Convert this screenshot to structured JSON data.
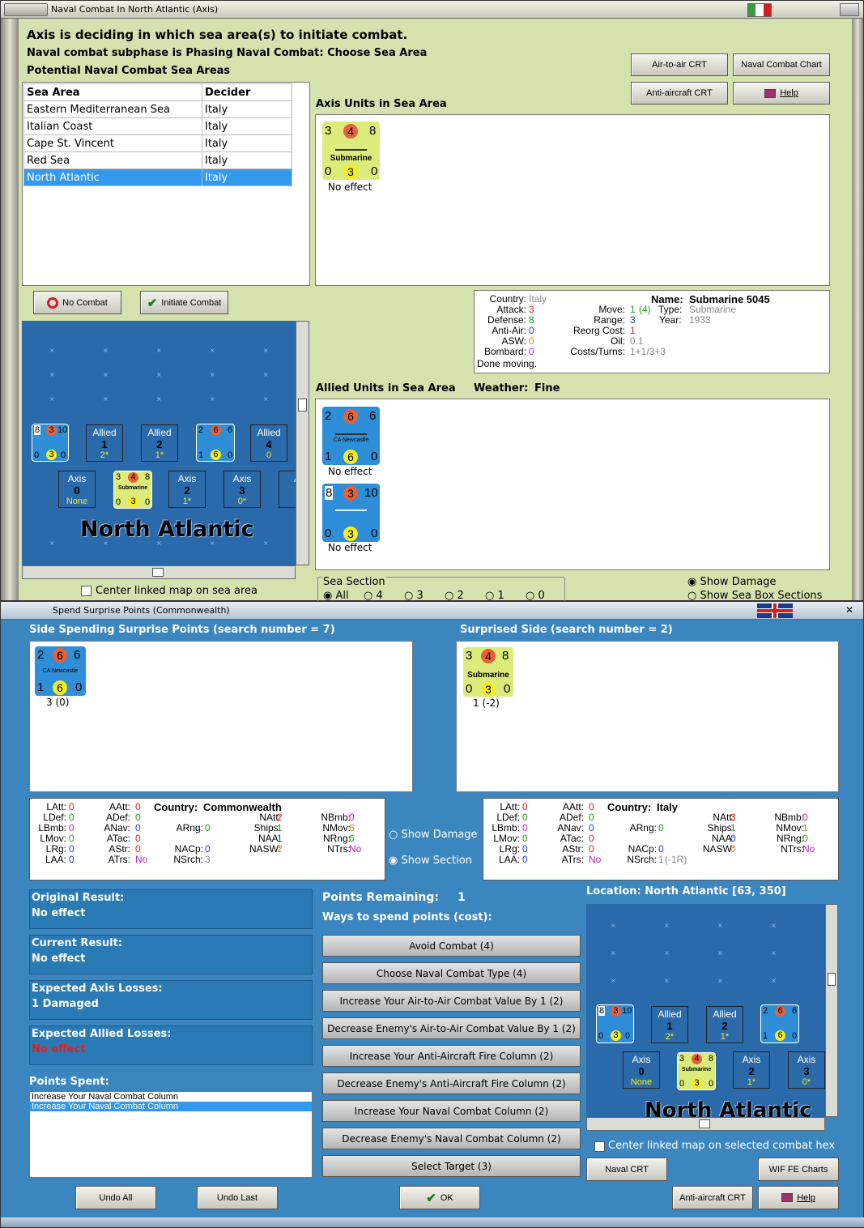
{
  "window1": {
    "title": "Naval Combat In North Atlantic (Axis)",
    "heading": "Axis is deciding in which sea area(s) to initiate combat.",
    "subphase": "Naval combat subphase is Phasing Naval Combat: Choose Sea Area",
    "potential_label": "Potential Naval Combat Sea Areas",
    "table": {
      "headers": [
        "Sea Area",
        "Decider"
      ],
      "rows": [
        [
          "Eastern Mediterranean Sea",
          "Italy"
        ],
        [
          "Italian Coast",
          "Italy"
        ],
        [
          "Cape St. Vincent",
          "Italy"
        ],
        [
          "Red Sea",
          "Italy"
        ],
        [
          "North Atlantic",
          "Italy"
        ]
      ],
      "selected_index": 4
    },
    "buttons": {
      "air_crt": "Air-to-air CRT",
      "naval_chart": "Naval Combat Chart",
      "aa_crt": "Anti-aircraft CRT",
      "help": "Help",
      "no_combat": "No Combat",
      "initiate": "Initiate Combat"
    },
    "axis_units_label": "Axis Units in Sea Area",
    "allied_units_label": "Allied Units in Sea Area",
    "weather_label": "Weather:",
    "weather_value": "Fine",
    "submarine": {
      "a": "3",
      "d": "4",
      "c": "8",
      "name": "Submarine",
      "b1": "0",
      "b2": "3",
      "b3": "0",
      "result": "No effect"
    },
    "allied_units": [
      {
        "a": "2",
        "d": "6",
        "c": "6",
        "name": "CA Newcastle",
        "b1": "1",
        "b2": "6",
        "b3": "0",
        "result": "No effect"
      },
      {
        "a": "8",
        "d": "3",
        "c": "10",
        "name": "",
        "b1": "0",
        "b2": "3",
        "b3": "0",
        "result": "No effect"
      }
    ],
    "unit_info": {
      "country_label": "Country:",
      "country": "Italy",
      "name_label": "Name:",
      "name": "Submarine 5045",
      "attack_label": "Attack:",
      "attack": "3",
      "move_label": "Move:",
      "move": "1",
      "move_extra": "(4)",
      "type_label": "Type:",
      "type": "Submarine",
      "defense_label": "Defense:",
      "defense": "8",
      "range_label": "Range:",
      "range": "3",
      "year_label": "Year:",
      "year": "1933",
      "aa_label": "Anti-Air:",
      "aa": "0",
      "reorg_label": "Reorg Cost:",
      "reorg": "1",
      "asw_label": "ASW:",
      "asw": "0",
      "oil_label": "Oil:",
      "oil": "0.1",
      "bombard_label": "Bombard:",
      "bombard": "0",
      "costs_label": "Costs/Turns:",
      "costs": "1+1/3+3",
      "status": "Done moving."
    },
    "map": {
      "title": "North Atlantic",
      "allied_boxes": [
        {
          "t": "Allied",
          "v": "1",
          "s": "2*"
        },
        {
          "t": "Allied",
          "v": "2",
          "s": "1*"
        },
        {
          "t": "Allied",
          "v": "4",
          "s": "0"
        }
      ],
      "axis_boxes": [
        {
          "t": "Axis",
          "v": "0",
          "s": "None"
        },
        {
          "t": "Axis",
          "v": "2",
          "s": "1*"
        },
        {
          "t": "Axis",
          "v": "3",
          "s": "0*"
        },
        {
          "t": "A",
          "v": "",
          "s": ""
        }
      ],
      "center_label": "Center linked map on sea area"
    },
    "sea_section": {
      "label": "Sea Section",
      "options": [
        "All",
        "4",
        "3",
        "2",
        "1",
        "0"
      ],
      "selected": "All"
    },
    "show_damage": "Show Damage",
    "show_sections": "Show Sea Box Sections"
  },
  "window2": {
    "title": "Spend Surprise Points (Commonwealth)",
    "side_spending": "Side Spending Surprise Points (search number = 7)",
    "surprised_side": "Surprised Side (search number = 2)",
    "spender_unit": {
      "a": "2",
      "d": "6",
      "c": "6",
      "name": "CA Newcastle",
      "b1": "1",
      "b2": "6",
      "b3": "0",
      "caption": "3 (0)"
    },
    "surprised_unit": {
      "a": "3",
      "d": "4",
      "c": "8",
      "name": "Submarine",
      "b1": "0",
      "b2": "3",
      "b3": "0",
      "caption": "1 (-2)"
    },
    "left_stats": {
      "country": "Commonwealth",
      "latt": "0",
      "ldef": "0",
      "lbmb": "0",
      "lmov": "0",
      "lrg": "0",
      "laa": "0",
      "aatt": "0",
      "adef": "0",
      "anav": "0",
      "atac": "0",
      "astr": "0",
      "atrs": "No",
      "arng": "0",
      "nacp": "0",
      "nsrch": "3",
      "natt": "2",
      "ships": "1",
      "naa": "1",
      "nasw": "2",
      "nbmb": "0",
      "nmov": "6",
      "nrng": "6",
      "ntrs": "No"
    },
    "right_stats": {
      "country": "Italy",
      "latt": "0",
      "ldef": "0",
      "lbmb": "0",
      "lmov": "0",
      "lrg": "0",
      "laa": "0",
      "aatt": "0",
      "adef": "0",
      "anav": "0",
      "atac": "0",
      "astr": "0",
      "atrs": "No",
      "arng": "0",
      "nacp": "0",
      "nsrch": "1",
      "nsrch_extra": "(-1R)",
      "natt": "3",
      "ships": "1",
      "naa": "0",
      "nasw": "0",
      "nbmb": "0",
      "nmov": "1",
      "nrng": "0",
      "ntrs": "No"
    },
    "stat_labels": {
      "latt": "LAtt:",
      "ldef": "LDef:",
      "lbmb": "LBmb:",
      "lmov": "LMov:",
      "lrg": "LRg:",
      "laa": "LAA:",
      "aatt": "AAtt:",
      "adef": "ADef:",
      "anav": "ANav:",
      "atac": "ATac:",
      "astr": "AStr:",
      "atrs": "ATrs:",
      "country": "Country:",
      "arng": "ARng:",
      "nacp": "NACp:",
      "nsrch": "NSrch:",
      "natt": "NAtt:",
      "ships": "Ships:",
      "naa": "NAA:",
      "nasw": "NASW:",
      "nbmb": "NBmb:",
      "nmov": "NMov:",
      "nrng": "NRng:",
      "ntrs": "NTrs:"
    },
    "show_damage": "Show Damage",
    "show_section": "Show Section",
    "results": [
      {
        "h": "Original Result:",
        "v": "No effect"
      },
      {
        "h": "Current Result:",
        "v": "No effect"
      },
      {
        "h": "Expected Axis Losses:",
        "v": "1 Damaged"
      },
      {
        "h": "Expected Allied Losses:",
        "v": "No effect"
      }
    ],
    "points_spent_label": "Points Spent:",
    "points_spent": [
      "Increase Your Naval Combat Column",
      "Increase Your Naval Combat Column"
    ],
    "points_remaining_label": "Points Remaining:",
    "points_remaining": "1",
    "ways_label": "Ways to spend points (cost):",
    "options": [
      "Avoid Combat (4)",
      "Choose Naval Combat Type (4)",
      "Increase Your Air-to-Air Combat Value By 1 (2)",
      "Decrease Enemy's Air-to-Air Combat Value By 1 (2)",
      "Increase Your Anti-Aircraft Fire Column (2)",
      "Decrease Enemy's Anti-Aircraft Fire Column (2)",
      "Increase Your Naval Combat Column (2)",
      "Decrease Enemy's Naval Combat Column (2)",
      "Select Target (3)"
    ],
    "location": "Location: North Atlantic [63, 350]",
    "map_title": "North Atlantic",
    "center_label": "Center linked map on selected combat hex",
    "buttons": {
      "undo_all": "Undo All",
      "undo_last": "Undo Last",
      "ok": "OK",
      "naval_crt": "Naval CRT",
      "wif_charts": "WIF FE Charts",
      "aa_crt": "Anti-aircraft CRT",
      "help": "Help"
    }
  }
}
